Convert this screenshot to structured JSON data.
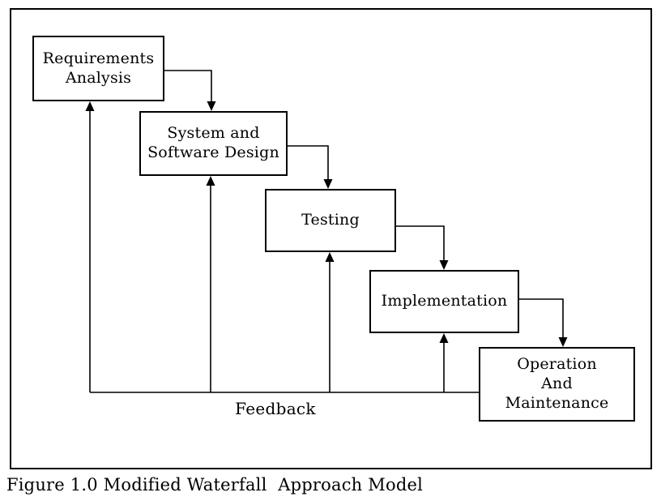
{
  "colors": {
    "ink": "#000000",
    "background": "#ffffff"
  },
  "diagram": {
    "nodes": [
      {
        "name": "requirements-analysis",
        "lines": [
          "Requirements",
          "Analysis"
        ]
      },
      {
        "name": "system-software-design",
        "lines": [
          "System and",
          "Software Design"
        ]
      },
      {
        "name": "testing",
        "lines": [
          "Testing"
        ]
      },
      {
        "name": "implementation",
        "lines": [
          "Implementation"
        ]
      },
      {
        "name": "operation-maintenance",
        "lines": [
          "Operation",
          "And",
          "Maintenance"
        ]
      }
    ],
    "feedback_label": "Feedback"
  },
  "caption": "Figure 1.0 Modified Waterfall  Approach Model"
}
